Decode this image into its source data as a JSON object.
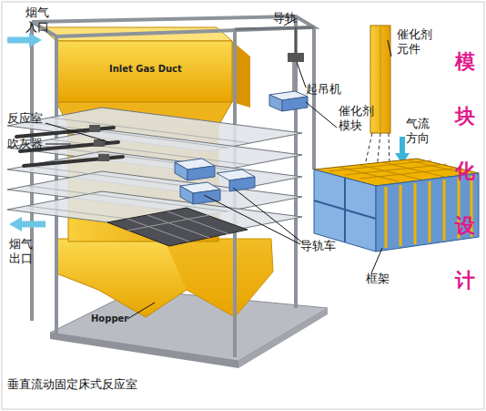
{
  "diagram": {
    "caption": "垂直流动固定床式反应室",
    "labels": [
      "烟气 入口",
      "导轨",
      "催化剂 元件",
      "模 块 化 设 计",
      "Inlet Gas Duct",
      "起吊机",
      "反应室",
      "催化剂 模块",
      "气流 方向",
      "吹灰器",
      "导轨车",
      "烟气 出口",
      "框架",
      "Hopper"
    ]
  }
}
